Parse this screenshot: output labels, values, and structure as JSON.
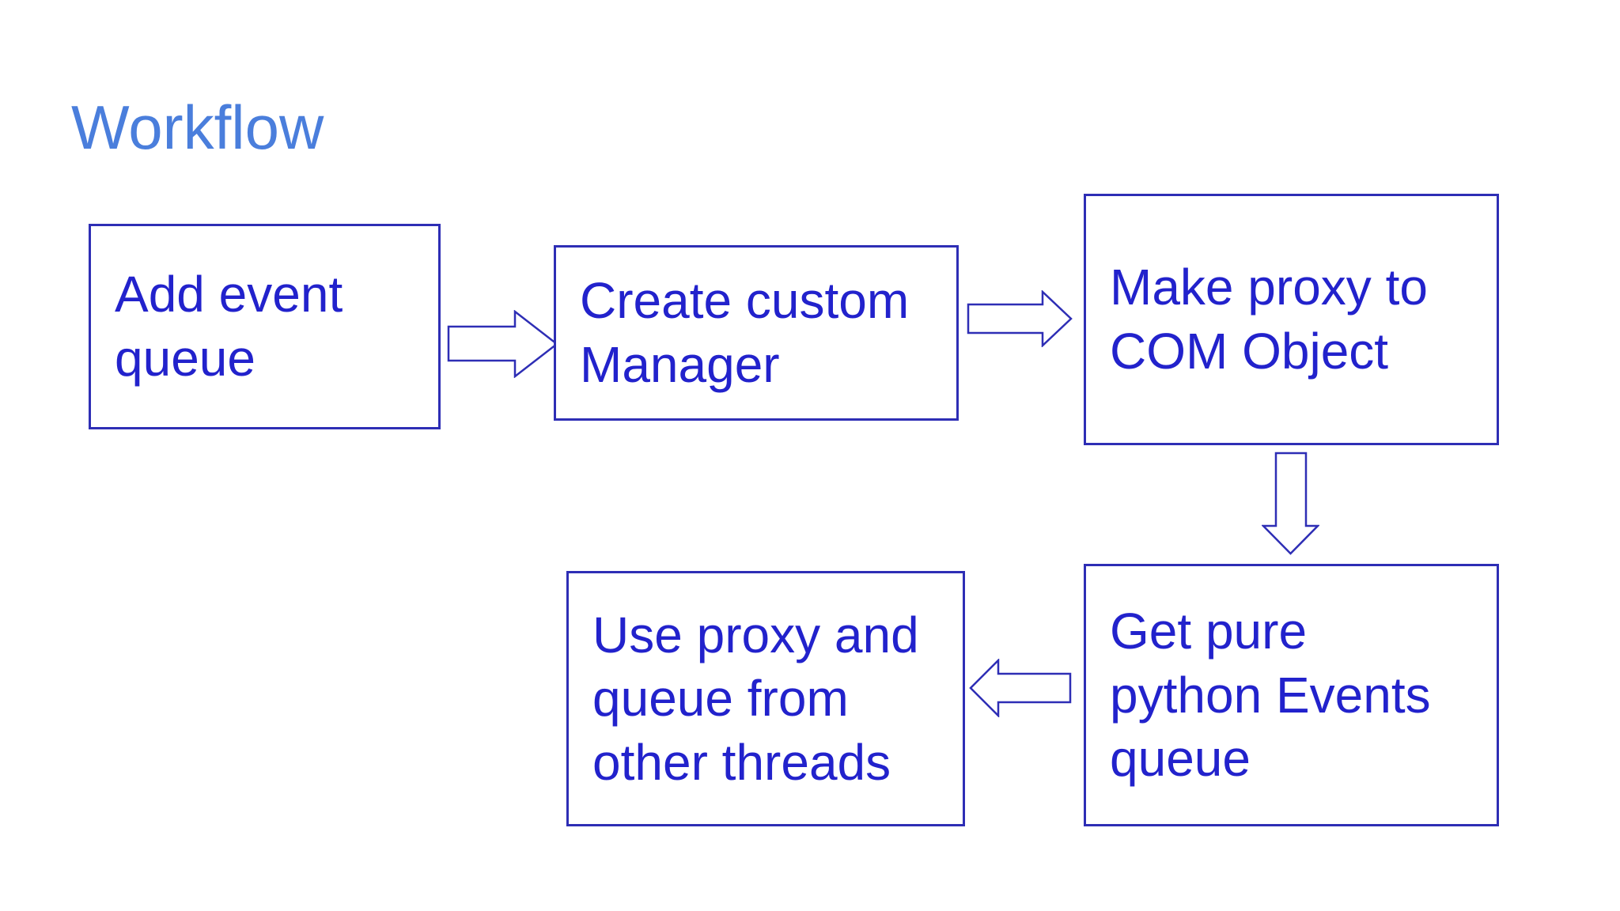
{
  "slide": {
    "title": "Workflow",
    "background_color": "#FFFFFF"
  },
  "colors": {
    "title_text": "#4A7EDC",
    "box_border": "#2E2EB5",
    "box_fill": "#FFFFFF",
    "box_text": "#2222CC",
    "arrow_stroke": "#2E2EB5",
    "arrow_fill": "#FFFFFF"
  },
  "diagram": {
    "nodes": [
      {
        "id": "add-event-queue",
        "label": "Add event\nqueue"
      },
      {
        "id": "create-custom-manager",
        "label": "Create custom\nManager"
      },
      {
        "id": "make-proxy-to-com-object",
        "label": "Make proxy to\nCOM Object"
      },
      {
        "id": "get-pure-python-events-queue",
        "label": "Get pure\npython Events\nqueue"
      },
      {
        "id": "use-proxy-and-queue",
        "label": "Use proxy and\nqueue from\nother threads"
      }
    ],
    "arrows": [
      {
        "from": "add-event-queue",
        "to": "create-custom-manager",
        "direction": "right"
      },
      {
        "from": "create-custom-manager",
        "to": "make-proxy-to-com-object",
        "direction": "right"
      },
      {
        "from": "make-proxy-to-com-object",
        "to": "get-pure-python-events-queue",
        "direction": "down"
      },
      {
        "from": "get-pure-python-events-queue",
        "to": "use-proxy-and-queue",
        "direction": "left"
      }
    ]
  }
}
